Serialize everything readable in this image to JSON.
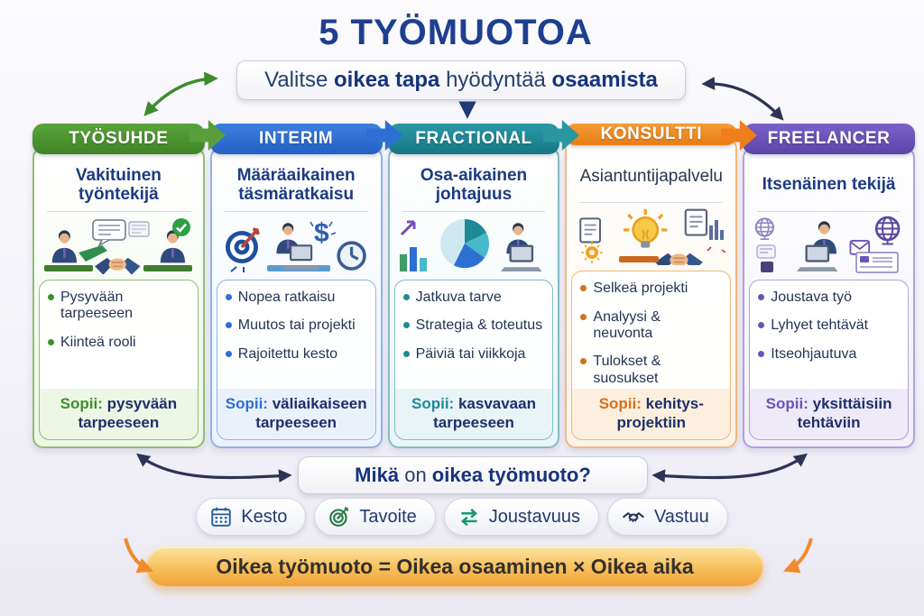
{
  "colors": {
    "navy_text": "#1e3f8f",
    "tyosuhde_green": "#4a9330",
    "interim_blue": "#2e6fd3",
    "fractional_teal": "#1e8997",
    "konsultti_orange": "#ee8a1f",
    "freelancer_purple": "#6b52bb",
    "formula_gold": "#f5b94a"
  },
  "header": {
    "title": "5 TYÖMUOTOA",
    "subtitle_part1": "Valitse ",
    "subtitle_bold1": "oikea tapa",
    "subtitle_part2": " hyödyntää ",
    "subtitle_bold2": "osaamista"
  },
  "columns": [
    {
      "header": "TYÖSUHDE",
      "subtitle": "Vakituinen työntekijä",
      "illustration": "handshake-agreement-scene",
      "bullets": [
        "Pysyvään tarpeeseen",
        "Kiinteä rooli"
      ],
      "sopii_label": "Sopii:",
      "sopii_value": "pysyvään tarpeeseen"
    },
    {
      "header": "INTERIM",
      "subtitle": "Määräaikainen täsmäratkaisu",
      "illustration": "target-deadline-scene",
      "bullets": [
        "Nopea ratkaisu",
        "Muutos tai projekti",
        "Rajoitettu kesto"
      ],
      "sopii_label": "Sopii:",
      "sopii_value": "väliaikaiseen tarpeeseen"
    },
    {
      "header": "FRACTIONAL",
      "subtitle": "Osa-aikainen johtajuus",
      "illustration": "pie-chart-leadership-scene",
      "bullets": [
        "Jatkuva tarve",
        "Strategia & toteutus",
        "Päiviä tai viikkoja"
      ],
      "sopii_label": "Sopii:",
      "sopii_value": "kasvavaan tarpeeseen"
    },
    {
      "header": "KONSULTTI",
      "subtitle": "Asiantuntijapalvelu",
      "illustration": "idea-consulting-scene",
      "bullets": [
        "Selkeä projekti",
        "Analyysi & neuvonta",
        "Tulokset & suosukset"
      ],
      "sopii_label": "Sopii:",
      "sopii_value": "kehitys-projektiin"
    },
    {
      "header": "FREELANCER",
      "subtitle": "Itsenäinen tekijä",
      "illustration": "remote-freelancer-scene",
      "bullets": [
        "Joustava työ",
        "Lyhyet tehtävät",
        "Itseohjautuva"
      ],
      "sopii_label": "Sopii:",
      "sopii_value": "yksittäisiin tehtäviin"
    }
  ],
  "question_banner": {
    "bold1": "Mikä",
    "regular": " on ",
    "bold2": "oikea työmuoto?"
  },
  "criteria_pills": [
    {
      "icon": "calendar-icon",
      "label": "Kesto"
    },
    {
      "icon": "target-icon",
      "label": "Tavoite"
    },
    {
      "icon": "swap-arrows-icon",
      "label": "Joustavuus"
    },
    {
      "icon": "handshake-icon",
      "label": "Vastuu"
    }
  ],
  "formula_banner": {
    "text": "Oikea työmuoto = Oikea osaaminen × Oikea aika"
  }
}
